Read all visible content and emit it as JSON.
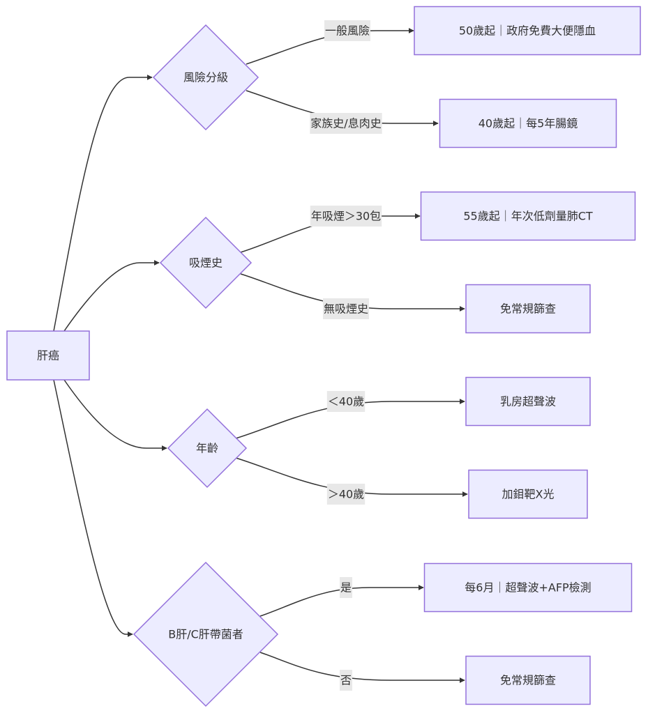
{
  "diagram": {
    "type": "flowchart",
    "direction": "LR",
    "colors": {
      "node_fill": "#ECECFF",
      "node_stroke": "#9370DB",
      "edge": "#333333",
      "text": "#333333",
      "edge_label_bg": "#e8e8e8"
    },
    "nodes": [
      {
        "id": "root",
        "shape": "rect",
        "label": "肝癌"
      },
      {
        "id": "risk",
        "shape": "diamond",
        "label": "風險分級"
      },
      {
        "id": "smoke",
        "shape": "diamond",
        "label": "吸煙史"
      },
      {
        "id": "age",
        "shape": "diamond",
        "label": "年齡"
      },
      {
        "id": "hep",
        "shape": "diamond",
        "label": "B肝/C肝帶菌者"
      },
      {
        "id": "r1",
        "shape": "rect",
        "label": "50歲起｜政府免費大便隱血"
      },
      {
        "id": "r2",
        "shape": "rect",
        "label": "40歲起｜每5年腸鏡"
      },
      {
        "id": "s1",
        "shape": "rect",
        "label": "55歲起｜年次低劑量肺CT"
      },
      {
        "id": "s2",
        "shape": "rect",
        "label": "免常規篩查"
      },
      {
        "id": "a1",
        "shape": "rect",
        "label": "乳房超聲波"
      },
      {
        "id": "a2",
        "shape": "rect",
        "label": "加鉬靶X光"
      },
      {
        "id": "h1",
        "shape": "rect",
        "label": "每6月｜超聲波+AFP檢測"
      },
      {
        "id": "h2",
        "shape": "rect",
        "label": "免常規篩查"
      }
    ],
    "edges": [
      {
        "from": "root",
        "to": "risk",
        "label": ""
      },
      {
        "from": "root",
        "to": "smoke",
        "label": ""
      },
      {
        "from": "root",
        "to": "age",
        "label": ""
      },
      {
        "from": "root",
        "to": "hep",
        "label": ""
      },
      {
        "from": "risk",
        "to": "r1",
        "label": "一般風險"
      },
      {
        "from": "risk",
        "to": "r2",
        "label": "家族史/息肉史"
      },
      {
        "from": "smoke",
        "to": "s1",
        "label": "年吸煙＞30包"
      },
      {
        "from": "smoke",
        "to": "s2",
        "label": "無吸煙史"
      },
      {
        "from": "age",
        "to": "a1",
        "label": "＜40歲"
      },
      {
        "from": "age",
        "to": "a2",
        "label": "＞40歲"
      },
      {
        "from": "hep",
        "to": "h1",
        "label": "是"
      },
      {
        "from": "hep",
        "to": "h2",
        "label": "否"
      }
    ]
  }
}
